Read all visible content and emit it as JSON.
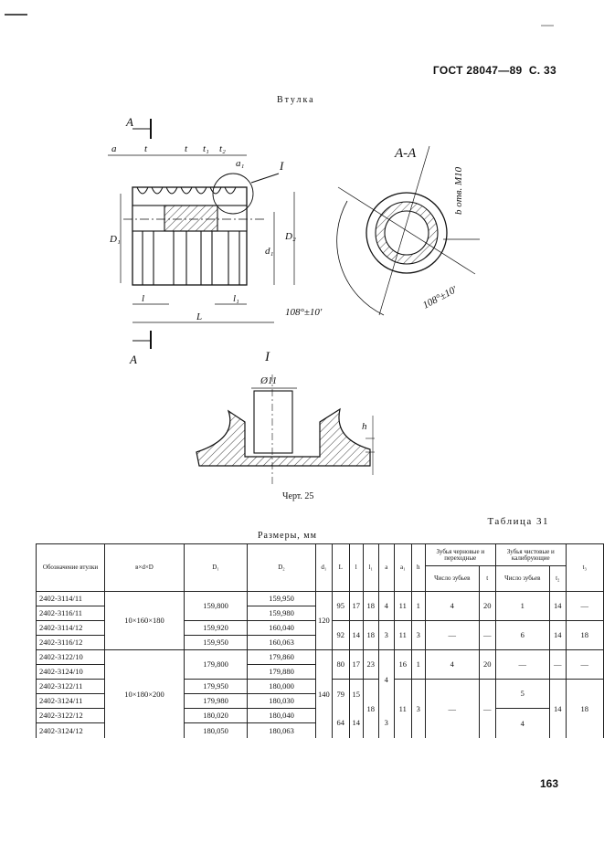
{
  "header": {
    "standard": "ГОСТ 28047—89",
    "page": "С. 33"
  },
  "figure": {
    "title": "Втулка",
    "caption": "Черт. 25",
    "labels": {
      "section_mark": "A",
      "section_title": "A-A",
      "detail_mark": "I",
      "a": "a",
      "t": "t",
      "t1": "t₁",
      "t2": "t₂",
      "a1": "a₁",
      "D1": "D₁",
      "D2": "D₂",
      "d1": "d₁",
      "l": "l",
      "l1": "l₁",
      "L": "L",
      "angle_left": "108°±10'",
      "angle_right": "108°±10'",
      "hole": "b отв. M10",
      "dia": "Ø11",
      "h": "h"
    }
  },
  "table": {
    "number": "Таблица 31",
    "units": "Размеры, мм",
    "headers": {
      "designation": "Обозначение втулки",
      "bxdxD": "в×d×D",
      "D1": "D₁",
      "D2": "D₂",
      "d1": "d₁",
      "L": "L",
      "l": "l",
      "l1": "l₁",
      "a": "a",
      "a1": "a₁",
      "h": "h",
      "rough": "Зубья черновые и переходные",
      "finish": "Зубья чистовые и калибрующие",
      "count": "Число зубьев",
      "t": "t",
      "count2": "Число зубьев",
      "t2": "t₂",
      "t3": "t₃"
    },
    "rows": [
      {
        "code": "2402-3114/11",
        "D1": "159,800",
        "D2": "159,950"
      },
      {
        "code": "2402-3116/11",
        "D1": "",
        "D2": "159,980"
      },
      {
        "code": "2402-3114/12",
        "D1": "159,920",
        "D2": "160,040"
      },
      {
        "code": "2402-3116/12",
        "D1": "159,950",
        "D2": "160,063"
      },
      {
        "code": "2402-3122/10",
        "D1": "179,800",
        "D2": "179,860"
      },
      {
        "code": "2402-3124/10",
        "D1": "",
        "D2": "179,880"
      },
      {
        "code": "2402-3122/11",
        "D1": "179,950",
        "D2": "180,000"
      },
      {
        "code": "2402-3124/11",
        "D1": "179,980",
        "D2": "180,030"
      },
      {
        "code": "2402-3122/12",
        "D1": "180,020",
        "D2": "180,040"
      },
      {
        "code": "2402-3124/12",
        "D1": "180,050",
        "D2": "180,063"
      }
    ],
    "groups": {
      "g1": "10×160×180",
      "g2": "10×180×200"
    },
    "d1": {
      "g1": "120",
      "g2": "140"
    },
    "values": {
      "L1": "95",
      "l_1": "17",
      "l1_1": "18",
      "a_1": "4",
      "a1_1": "11",
      "h_1": "1",
      "n1": "4",
      "t1": "20",
      "n2": "1",
      "t2_1": "14",
      "t3_1": "—",
      "L2": "92",
      "l_2": "14",
      "l1_2": "18",
      "a_2": "3",
      "a1_2": "11",
      "h_2": "3",
      "n1_2": "—",
      "t1_2": "—",
      "n2_2": "6",
      "t2_2": "14",
      "t3_2": "18",
      "L3": "80",
      "l_3": "17",
      "l1_3": "23",
      "a1_3": "16",
      "h_3": "1",
      "n1_3": "4",
      "t1_3": "20",
      "n2_3": "—",
      "t2_3": "—",
      "t3_3": "—",
      "a_34": "4",
      "L4": "79",
      "l_4": "15",
      "n2_4": "5",
      "l1_4": "18",
      "a1_4": "11",
      "h_4": "3",
      "n1_4": "—",
      "t1_4": "—",
      "t2_4": "14",
      "t3_4": "18",
      "L5": "64",
      "l_5": "14",
      "a_5": "3",
      "n2_5": "4"
    }
  },
  "page_number": "163"
}
